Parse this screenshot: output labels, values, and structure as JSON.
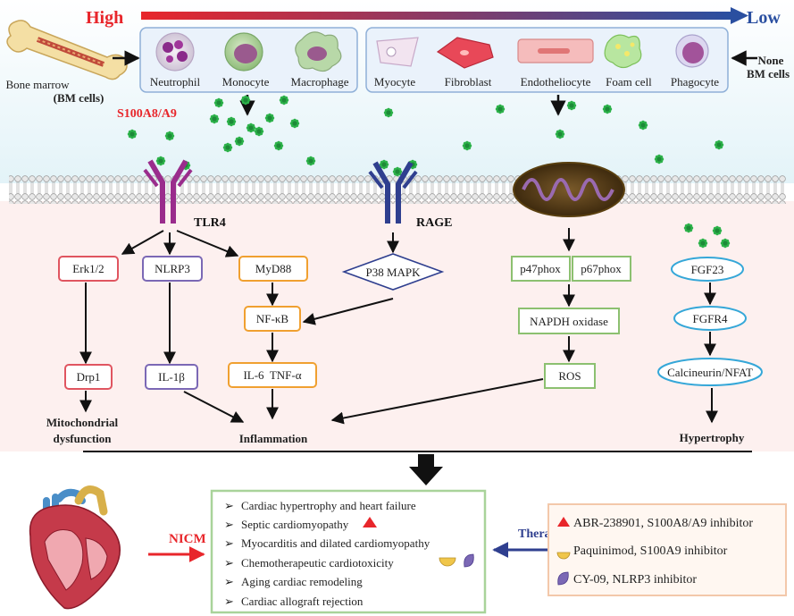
{
  "gradient": {
    "high": "High",
    "low": "Low",
    "high_color": "#e8262b",
    "low_color": "#2a4fa0"
  },
  "sources": {
    "bone_marrow": "Bone marrow",
    "bm_cells": "(BM cells)",
    "none_bm_1": "None",
    "none_bm_2": "BM cells",
    "bm_types": [
      "Neutrophil",
      "Monocyte",
      "Macrophage"
    ],
    "other_types": [
      "Myocyte",
      "Fibroblast",
      "Endotheliocyte",
      "Foam cell",
      "Phagocyte"
    ]
  },
  "protein": {
    "label": "S100A8/A9",
    "color": "#e8262b",
    "particle_color": "#2db24a"
  },
  "receptors": {
    "tlr4": "TLR4",
    "rage": "RAGE"
  },
  "pathways": {
    "erk": "Erk1/2",
    "drp1": "Drp1",
    "mito_1": "Mitochondrial",
    "mito_2": "dysfunction",
    "nlrp3": "NLRP3",
    "il1b": "IL-1β",
    "myd88": "MyD88",
    "nfkb": "NF-κB",
    "il6tnf": "IL-6  TNF-α",
    "inflammation": "Inflammation",
    "p38": "P38 MAPK",
    "p47": "p47phox",
    "p67": "p67phox",
    "napdh": "NAPDH oxidase",
    "ros": "ROS",
    "fgf23": "FGF23",
    "fgfr4": "FGFR4",
    "calcineurin": "Calcineurin/NFAT",
    "hypertrophy": "Hypertrophy"
  },
  "nicm": {
    "label": "NICM",
    "diseases": [
      "Cardiac hypertrophy and heart failure",
      "Septic cardiomyopathy",
      "Myocarditis and dilated cardiomyopathy",
      "Chemotherapeutic cardiotoxicity",
      "Aging cardiac remodeling",
      "Cardiac allograft rejection"
    ]
  },
  "therapy": {
    "label": "Therapy",
    "drugs": [
      "ABR-238901, S100A8/A9 inhibitor",
      "Paquinimod, S100A9 inhibitor",
      "CY-09, NLRP3 inhibitor"
    ]
  },
  "icons": [
    "bone-icon",
    "neutrophil-icon",
    "monocyte-icon",
    "macrophage-icon",
    "myocyte-icon",
    "fibroblast-icon",
    "endotheliocyte-icon",
    "foam-cell-icon",
    "phagocyte-icon",
    "mitochondrion-icon",
    "heart-icon",
    "red-triangle-icon",
    "yellow-crescent-icon",
    "purple-capsule-icon"
  ],
  "colors": {
    "red_box": "#e05560",
    "purple_box": "#7b68b5",
    "orange_box": "#f0a030",
    "blue_box": "#2f3f8f",
    "green_box": "#8cc070",
    "cyan_ellipse": "#35a7d8"
  }
}
